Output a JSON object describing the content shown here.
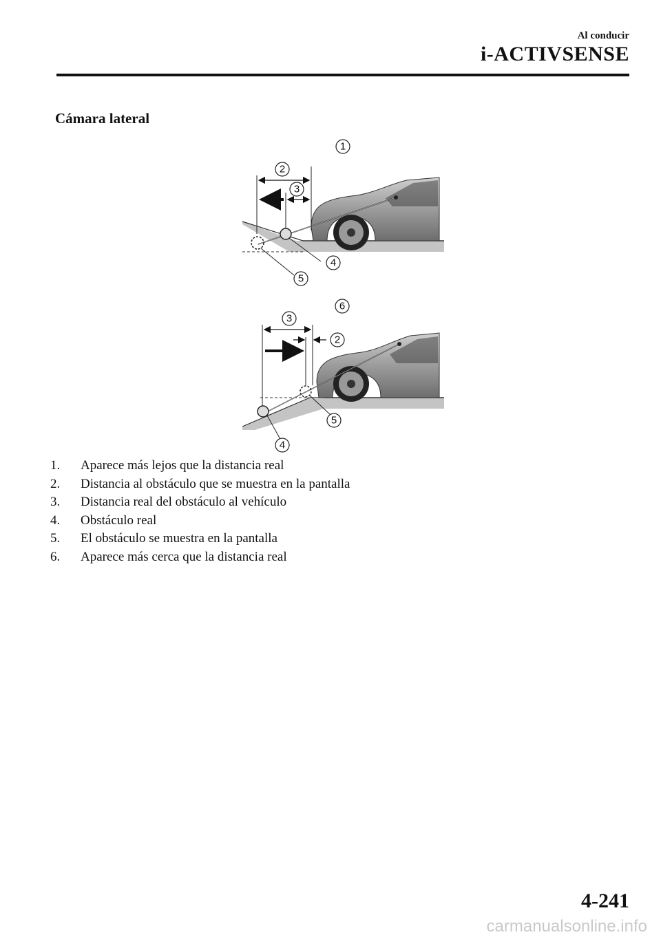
{
  "header": {
    "section": "Al conducir",
    "title": "i-ACTIVSENSE"
  },
  "section_title": "Cámara lateral",
  "figure": {
    "top_callouts": [
      "1",
      "2",
      "3",
      "4",
      "5"
    ],
    "bottom_callouts": [
      "6",
      "3",
      "2",
      "5",
      "4"
    ]
  },
  "captions": [
    {
      "num": "1.",
      "text": "Aparece más lejos que la distancia real"
    },
    {
      "num": "2.",
      "text": "Distancia al obstáculo que se muestra en la pantalla"
    },
    {
      "num": "3.",
      "text": "Distancia real del obstáculo al vehículo"
    },
    {
      "num": "4.",
      "text": "Obstáculo real"
    },
    {
      "num": "5.",
      "text": "El obstáculo se muestra en la pantalla"
    },
    {
      "num": "6.",
      "text": "Aparece más cerca que la distancia real"
    }
  ],
  "page_number": "4-241",
  "watermark": "carmanualsonline.info"
}
